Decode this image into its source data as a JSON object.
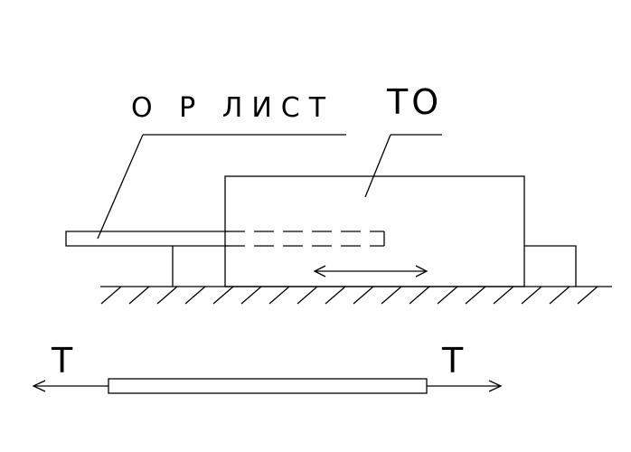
{
  "labels": {
    "sheet_label": "О Р ЛИСТ",
    "to_label": "ТО",
    "tension_left": "Т",
    "tension_right": "Т"
  },
  "colors": {
    "line": "#000000",
    "background": "#ffffff"
  }
}
